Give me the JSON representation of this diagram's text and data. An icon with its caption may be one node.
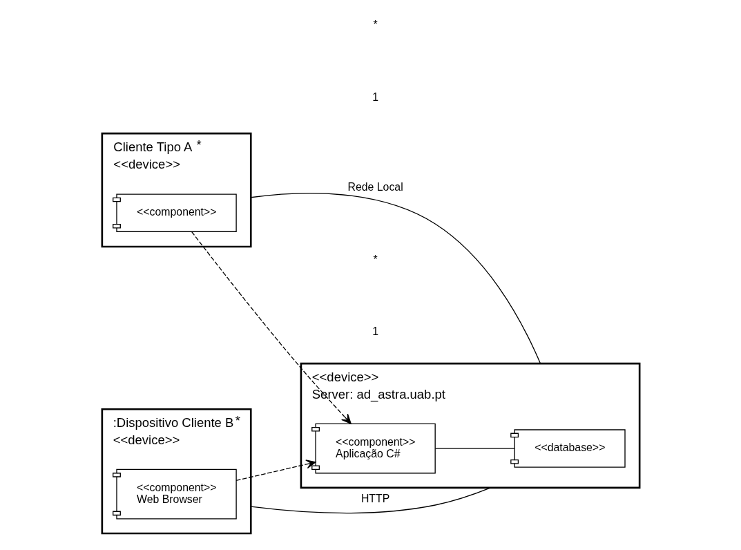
{
  "diagram": {
    "nodes": [
      {
        "text": [
          "Cliente Tipo A",
          "<<device>>"
        ],
        "beside": [
          "*"
        ]
      },
      {
        "text": [
          "<<component>>"
        ],
        "in": 0
      },
      {
        "text": [
          ":Dispositivo Cliente B",
          "<<device>>"
        ],
        "beside": [
          "*"
        ]
      },
      {
        "text": [
          "<<component>>",
          "Web Browser"
        ],
        "in": 2
      },
      {
        "text": [
          "<<device>>",
          "Server: ad_astra.uab.pt"
        ]
      },
      {
        "text": [
          "<<component>>",
          "Aplicação C#"
        ],
        "in": 4
      },
      {
        "text": [
          "<<database>>"
        ],
        "in": 4
      }
    ],
    "edges": [
      {
        "from": 0,
        "to": 4,
        "arrow": "none",
        "label": "Rede Local"
      },
      {
        "from": 1,
        "to": 5,
        "arrow": "to",
        "style": "dashed"
      },
      {
        "from": 3,
        "to": 5,
        "arrow": "to",
        "style": "dashed"
      },
      {
        "from": 2,
        "to": 4,
        "arrow": "none",
        "label": "HTTP"
      },
      {
        "from": 5,
        "to": 6,
        "arrow": "none"
      }
    ],
    "labels": [
      "*",
      "1",
      "*",
      "1"
    ]
  }
}
